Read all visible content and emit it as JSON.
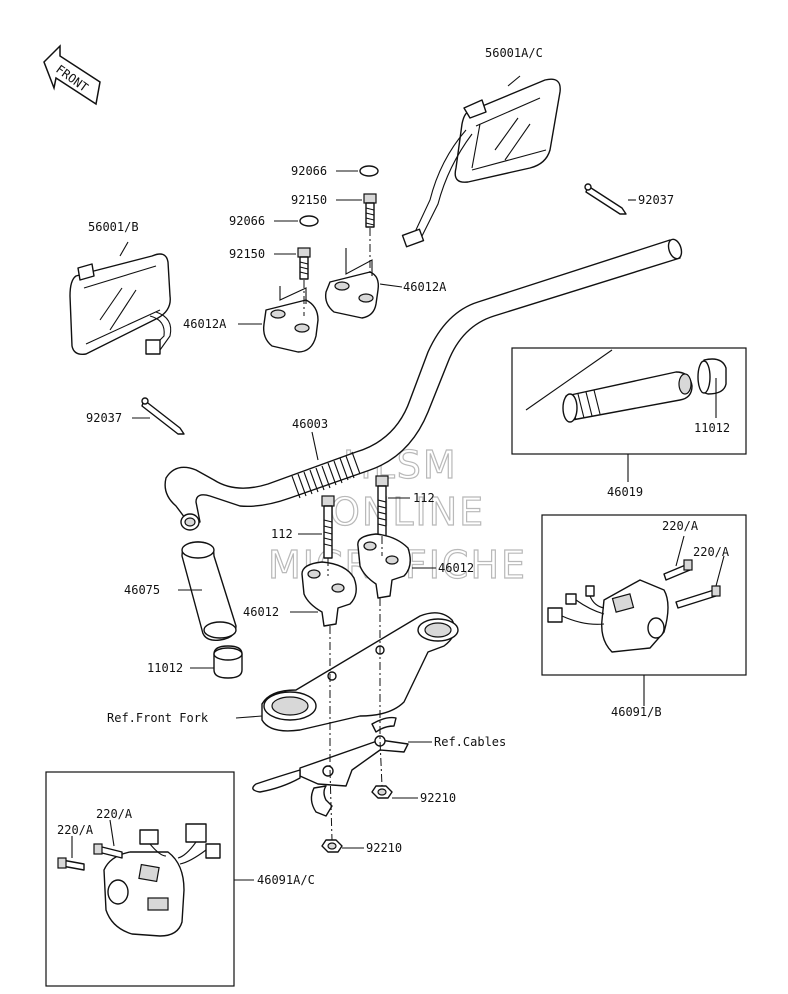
{
  "front_arrow": {
    "label": "FRONT"
  },
  "callouts": {
    "mirror_right": "56001A/C",
    "mirror_left": "56001/B",
    "cap_upper": "92066",
    "bolt_upper_1": "92150",
    "cap_lower": "92066",
    "bolt_upper_2": "92150",
    "holder_upper_right": "46012A",
    "holder_upper_left": "46012A",
    "wire_right": "92037",
    "wire_left": "92037",
    "handlebar": "46003",
    "grip_end_right": "11012",
    "grip_assy_right": "46019",
    "bolt_right": "112",
    "bolt_left": "112",
    "holder_lower_right": "46012",
    "holder_lower_left": "46012",
    "grip_left": "46075",
    "grip_end_left": "11012",
    "screw_rs_1": "220/A",
    "screw_rs_2": "220/A",
    "switch_right": "46091/B",
    "ref_front_fork": "Ref.Front Fork",
    "ref_cables": "Ref.Cables",
    "nut_1": "92210",
    "nut_2": "92210",
    "screw_ls_1": "220/A",
    "screw_ls_2": "220/A",
    "switch_left": "46091A/C"
  },
  "watermark": {
    "line1": "HLSM",
    "line2": "ONLINE",
    "line3": "MICROFICHE"
  }
}
